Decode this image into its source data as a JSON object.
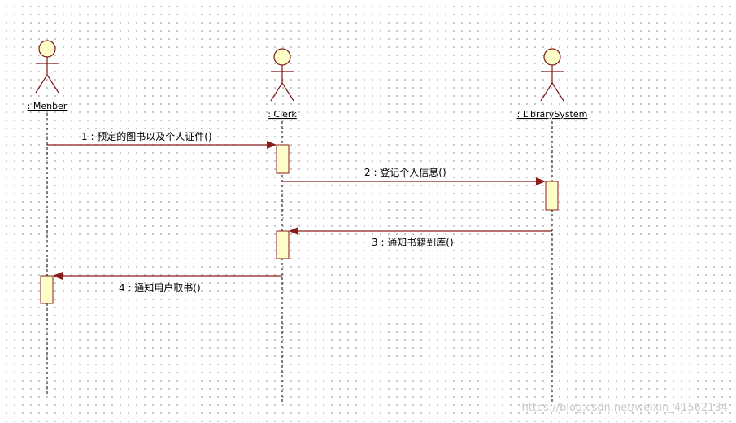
{
  "diagram": {
    "actors": [
      {
        "id": "member",
        "label": ": Menber"
      },
      {
        "id": "clerk",
        "label": ": Clerk"
      },
      {
        "id": "library",
        "label": ": LibrarySystem"
      }
    ],
    "messages": [
      {
        "label": "1 : 预定的图书以及个人证件()",
        "from": "member",
        "to": "clerk"
      },
      {
        "label": "2 : 登记个人信息()",
        "from": "clerk",
        "to": "library"
      },
      {
        "label": "3 : 通知书籍到库()",
        "from": "library",
        "to": "clerk"
      },
      {
        "label": "4 : 通知用户取书()",
        "from": "clerk",
        "to": "member"
      }
    ],
    "colors": {
      "actor_stroke": "#7a1a1a",
      "actor_fill": "#fefec8",
      "message_line": "#8b1c1c",
      "activation_fill": "#fefec8",
      "activation_stroke": "#8b1c1c",
      "lifeline": "#000000"
    }
  },
  "watermark": "https://blog.csdn.net/weixin_41562134"
}
